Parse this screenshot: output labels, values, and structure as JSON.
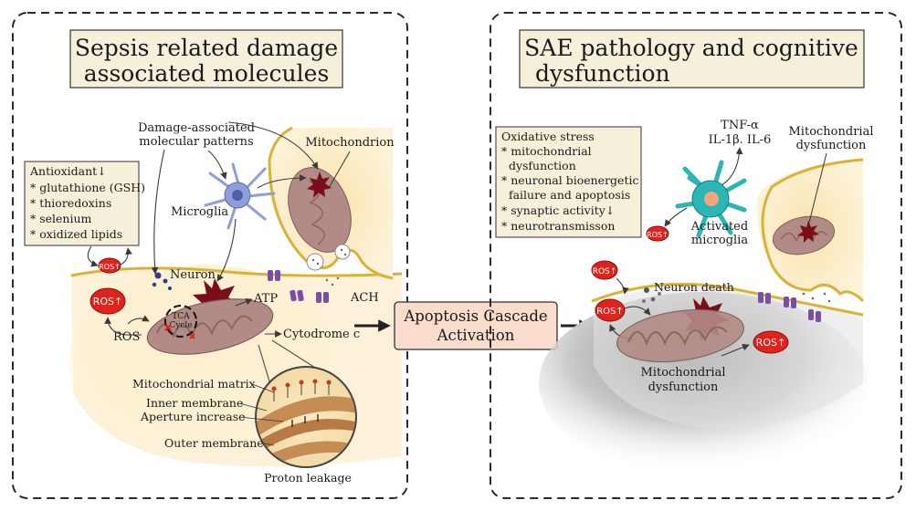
{
  "left_panel": {
    "title_line1": "Sepsis related damage",
    "title_line2": "associated molecules",
    "damp_line1": "Damage-associated",
    "damp_line2": "molecular patterns",
    "mitochondrion": "Mitochondrion",
    "microglia": "Microglia",
    "neuron": "Neuron",
    "atp": "ATP",
    "ros": "ROS",
    "cytochrome": "Cytodrome c",
    "ach": "ACH",
    "tca_line1": "TCA",
    "tca_line2": "Cycle",
    "antioxidant": {
      "header": "Antioxidant↓",
      "items": [
        "* glutathione (GSH)",
        "* thioredoxins",
        "* selenium",
        "* oxidized lipids"
      ]
    },
    "zoom_labels": {
      "matrix": "Mitochondrial matrix",
      "inner": "Inner membrane",
      "aperture": "Aperture increase",
      "outer": "Outer membrane",
      "proton": "Proton leakage"
    }
  },
  "center": {
    "line1": "Apoptosis Cascade",
    "line2": "Activation"
  },
  "right_panel": {
    "title_line1": "SAE pathology and cognitive",
    "title_line2": "dysfunction",
    "oxidative": {
      "header": "Oxidative stress",
      "items": [
        "* mitochondrial",
        "  dysfunction",
        "* neuronal bioenergetic",
        "  failure and apoptosis",
        "* synaptic activity↓",
        "* neurotransmisson"
      ]
    },
    "cytokine_line1": "TNF-α",
    "cytokine_line2": "IL-1β. IL-6",
    "mito_dys_line1": "Mitochondrial",
    "mito_dys_line2": "dysfunction",
    "activated_line1": "Activated",
    "activated_line2": "microglia",
    "neuron_death": "Neuron death",
    "bottom_mito_line1": "Mitochondrial",
    "bottom_mito_line2": "dysfunction"
  },
  "ros_badge": "ROS↑",
  "colors": {
    "title_bg": "#f6f0da",
    "ros": "#e0231c",
    "mitochondria": "#b38b86",
    "microglia_resting": "#8f9ed8",
    "microglia_activated": "#2bb5b5",
    "membrane": "#d9b23a",
    "receptor": "#7b4fa8"
  }
}
